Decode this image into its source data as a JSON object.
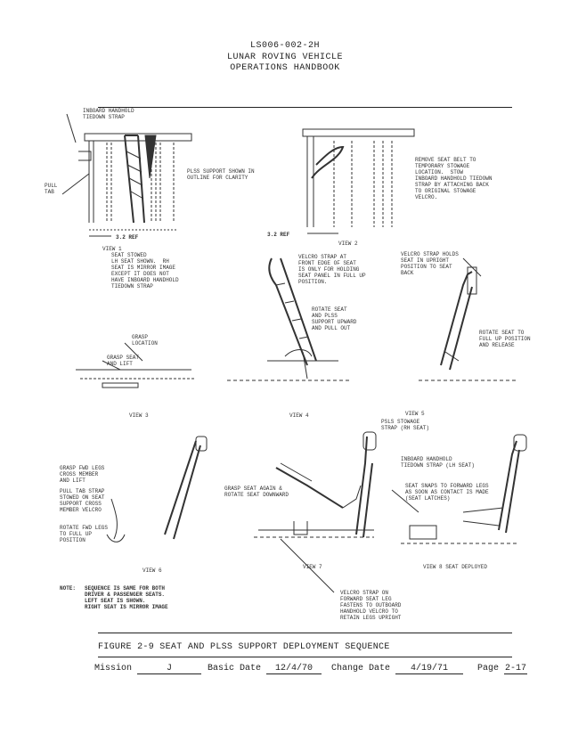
{
  "header": {
    "doc_number": "LS006-002-2H",
    "title_line1": "LUNAR ROVING VEHICLE",
    "title_line2": "OPERATIONS HANDBOOK"
  },
  "labels": {
    "inboard_handhold_strap": "INBOARD HANDHOLD\nTIEDOWN STRAP",
    "pull_tab": "PULL\nTAB",
    "plss_outline": "PLSS SUPPORT SHOWN IN\nOUTLINE FOR CLARITY",
    "remove_seat_belt": "REMOVE SEAT BELT TO\nTEMPORARY STOWAGE\nLOCATION.  STOW\nINBOARD HANDHOLD TIEDOWN\nSTRAP BY ATTACHING BACK\nTO ORIGINAL STOWAGE\nVELCRO.",
    "ref_left": "3.2 REF",
    "ref_right": "3.2 REF",
    "view1_caption": "SEAT STOWED\nLH SEAT SHOWN.  RH\nSEAT IS MIRROR IMAGE\nEXCEPT IT DOES NOT\nHAVE INBOARD HANDHOLD\nTIEDOWN STRAP",
    "velcro_front_edge": "VELCRO STRAP AT\nFRONT EDGE OF SEAT\nIS ONLY FOR HOLDING\nSEAT PANEL IN FULL UP\nPOSITION.",
    "rotate_seat_plss": "ROTATE SEAT\nAND PLSS\nSUPPORT UPWARD\nAND PULL OUT",
    "velcro_holds": "VELCRO STRAP HOLDS\nSEAT IN UPRIGHT\nPOSITION TO SEAT\nBACK",
    "rotate_full_up": "ROTATE SEAT TO\nFULL UP POSITION\nAND RELEASE",
    "grasp_location": "GRASP\nLOCATION",
    "grasp_seat_lift": "GRASP SEAT\nAND LIFT",
    "psls_stowage": "PSLS STOWAGE\nSTRAP (RH SEAT)",
    "inboard_handhold_lh": "INBOARD HANDHOLD\nTIEDOWN STRAP (LH SEAT)",
    "grasp_fwd_legs": "GRASP FWD LEGS\nCROSS MEMBER\nAND LIFT",
    "pull_tab_strap": "PULL TAB STRAP\nSTOWED ON SEAT\nSUPPORT CROSS\nMEMBER VELCRO",
    "rotate_fwd_legs": "ROTATE FWD LEGS\nTO FULL UP\nPOSITION",
    "grasp_seat_again": "GRASP SEAT AGAIN &\nROTATE SEAT DOWNWARD",
    "seat_snaps": "SEAT SNAPS TO FORWARD LEGS\nAS SOON AS CONTACT IS MADE\n(SEAT LATCHES)",
    "velcro_forward_leg": "VELCRO STRAP ON\nFORWARD SEAT LEG\nFASTENS TO OUTBOARD\nHANDHOLD VELCRO TO\nRETAIN LEGS UPRIGHT",
    "note_label": "NOTE:",
    "note_text": "SEQUENCE IS SAME FOR BOTH\nDRIVER & PASSENGER SEATS.\nLEFT SEAT IS SHOWN.\nRIGHT SEAT IS MIRROR IMAGE"
  },
  "views": {
    "v1": "VIEW 1",
    "v2": "VIEW 2",
    "v3": "VIEW 3",
    "v4": "VIEW 4",
    "v5": "VIEW 5",
    "v6": "VIEW 6",
    "v7": "VIEW 7",
    "v8": "VIEW 8  SEAT DEPLOYED"
  },
  "caption": "FIGURE 2-9   SEAT AND PLSS SUPPORT DEPLOYMENT SEQUENCE",
  "footer": {
    "mission_label": "Mission",
    "mission_value": "J",
    "basic_date_label": "Basic Date",
    "basic_date_value": "12/4/70",
    "change_date_label": "Change Date",
    "change_date_value": "4/19/71",
    "page_label": "Page",
    "page_value": "2-17"
  }
}
